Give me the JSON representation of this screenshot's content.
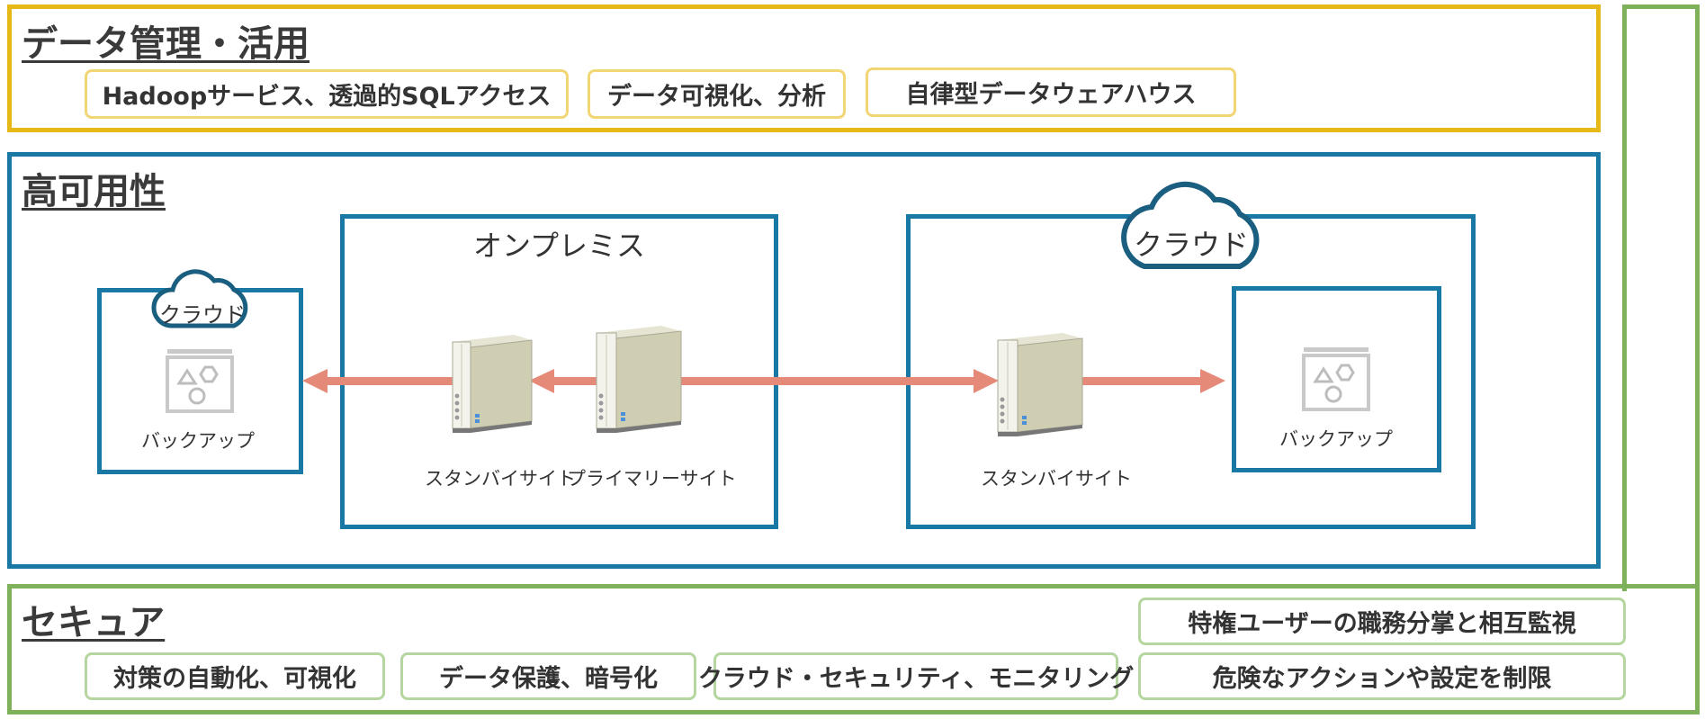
{
  "data_management": {
    "title": "データ管理・活用",
    "items": [
      "Hadoopサービス、透過的SQLアクセス",
      "データ可視化、分析",
      "自律型データウェアハウス"
    ]
  },
  "high_availability": {
    "title": "高可用性",
    "left_cloud": {
      "cloud_label": "クラウド",
      "backup_label": "バックアップ"
    },
    "onprem": {
      "title": "オンプレミス",
      "standby_label": "スタンバイサイト",
      "primary_label": "プライマリーサイト"
    },
    "right_cloud": {
      "cloud_label": "クラウド",
      "standby_label": "スタンバイサイト",
      "backup_label": "バックアップ"
    }
  },
  "secure": {
    "title": "セキュア",
    "items": [
      "対策の自動化、可視化",
      "データ保護、暗号化",
      "クラウド・セキュリティ、モニタリング",
      "特権ユーザーの職務分掌と相互監視",
      "危険なアクションや設定を制限"
    ]
  },
  "colors": {
    "data_border": "#e6b817",
    "ha_border": "#1a78a5",
    "secure_border": "#7fb15a",
    "arrow": "#e58a78",
    "server_body": "#cfcdb2"
  }
}
